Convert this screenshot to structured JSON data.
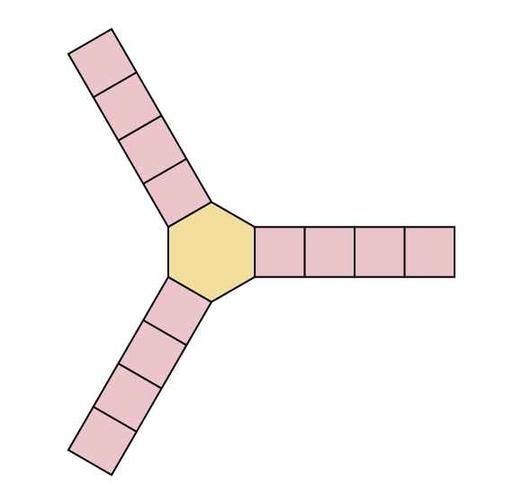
{
  "diagram": {
    "type": "hexagon-with-square-arms",
    "hub": {
      "shape": "hexagon",
      "fill": "#f2df9b",
      "stroke": "#000000"
    },
    "arms": [
      {
        "id": "right",
        "direction_deg": 0,
        "square_count": 4
      },
      {
        "id": "upper-left",
        "direction_deg": 120,
        "square_count": 4
      },
      {
        "id": "lower-left",
        "direction_deg": 240,
        "square_count": 4
      }
    ],
    "square_style": {
      "fill": "#ecc5ca",
      "stroke": "#000000"
    }
  }
}
